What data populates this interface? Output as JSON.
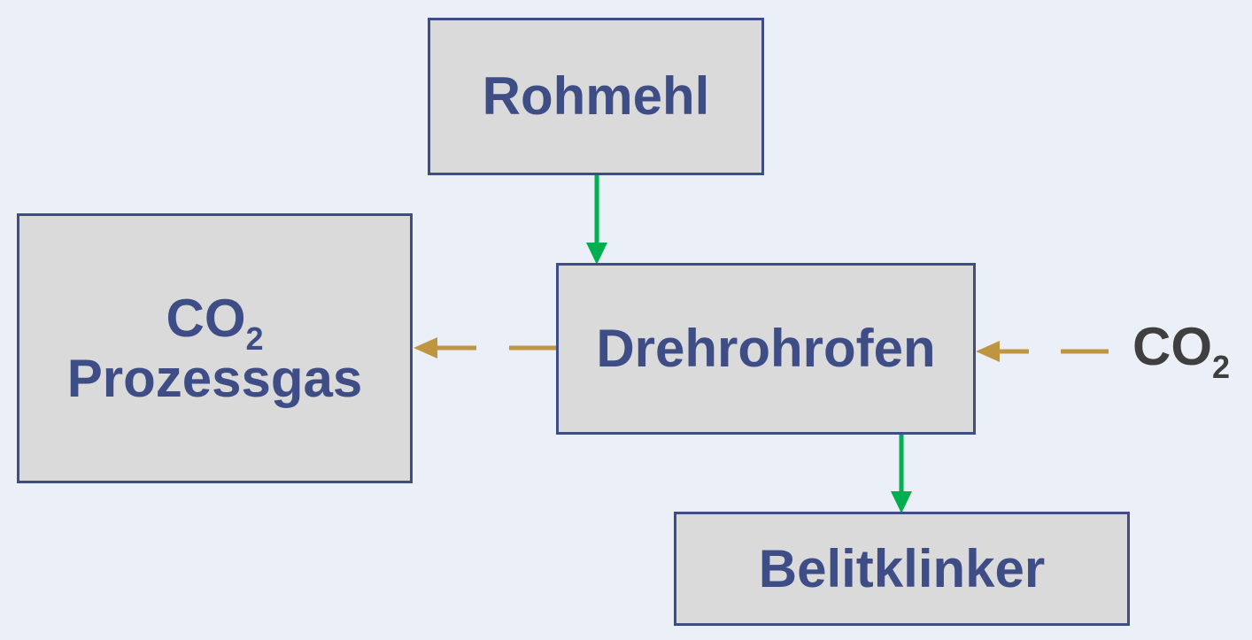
{
  "nodes": {
    "rohmehl": {
      "label": "Rohmehl"
    },
    "prozessgas": {
      "label_main": "CO",
      "label_sub": "2",
      "label_line2": "Prozessgas"
    },
    "drehrohrofen": {
      "label": "Drehrohrofen"
    },
    "belitklinker": {
      "label": "Belitklinker"
    }
  },
  "external_input": {
    "label_main": "CO",
    "label_sub": "2"
  },
  "colors": {
    "background": "#EBEFF7",
    "box_fill": "#DADADA",
    "box_border": "#3F4D86",
    "box_text": "#3F4D86",
    "flow_material": "#00B050",
    "flow_gas": "#BF9640",
    "external_text": "#3F3F3F"
  }
}
